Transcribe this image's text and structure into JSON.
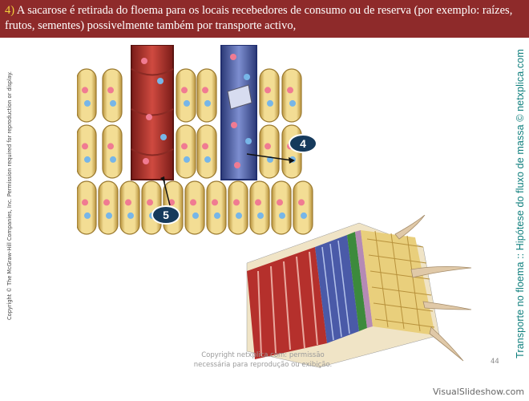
{
  "header": {
    "number": "4)",
    "text": " A sacarose é retirada do floema para os locais recebedores de consumo ou de reserva (por exemplo: raízes, frutos, sementes) possivelmente também por transporte activo,"
  },
  "copyright_left": "Copyright © The McGraw-Hill Companies, Inc. Permission required for reproduction or display.",
  "side_title": "Transporte no floema :: Hipótese do fluxo de massa © netxplica.com",
  "labels": {
    "label_4": "4",
    "label_5": "5"
  },
  "footer_note": "Copyright netxplica.com: permissão necessária para reprodução ou exibição.",
  "page_number": "44",
  "watermark": "VisualSlideshow.com",
  "colors": {
    "header_bg": "#8e2a2a",
    "side_title": "#0d7e7c",
    "xylem_red": "#b5302c",
    "phloem_blue": "#4a5aa8",
    "cell_yellow": "#e9cf7c"
  }
}
